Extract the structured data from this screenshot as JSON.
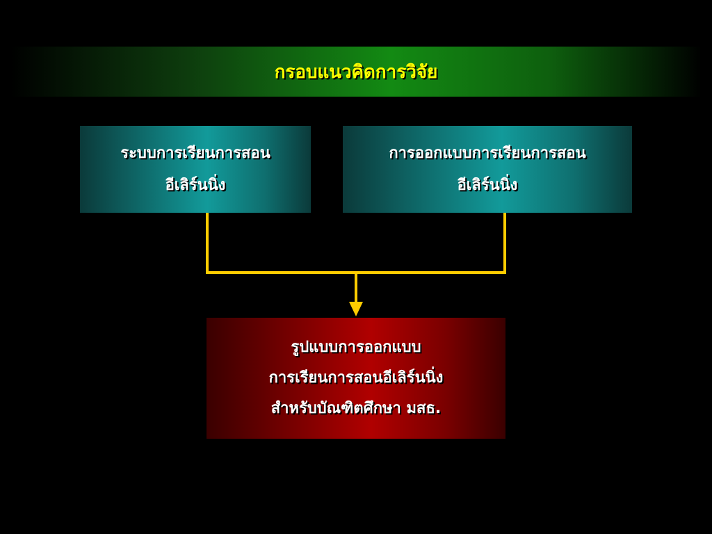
{
  "title": "กรอบแนวคิดการวิจัย",
  "boxes": {
    "left": {
      "line1": "ระบบการเรียนการสอน",
      "line2": "อีเลิร์นนิ่ง"
    },
    "right": {
      "line1": "การออกแบบการเรียนการสอน",
      "line2": "อีเลิร์นนิ่ง"
    },
    "result": {
      "line1": "รูปแบบการออกแบบ",
      "line2": "การเรียนการสอนอีเลิร์นนิ่ง",
      "line3": "สำหรับบัณฑิตศึกษา มสธ."
    }
  },
  "colors": {
    "background": "#000000",
    "title_text": "#ffff00",
    "connector": "#ffcc00",
    "teal": "#129a9a",
    "red": "#b00000"
  }
}
